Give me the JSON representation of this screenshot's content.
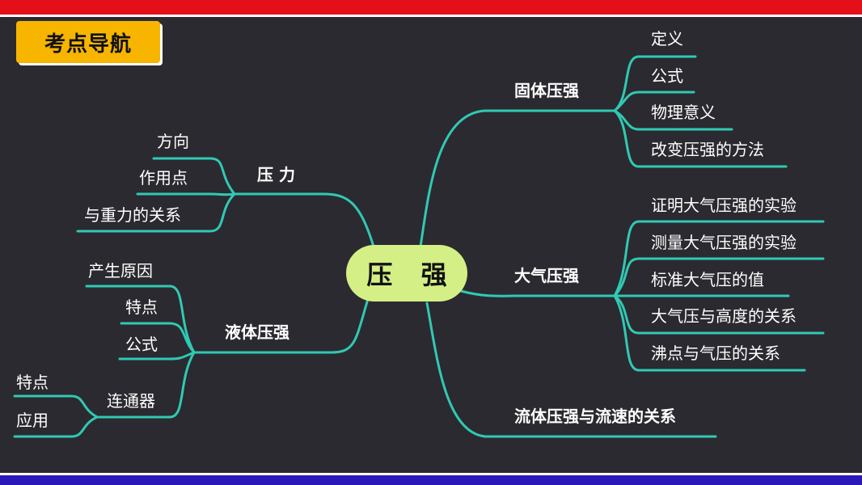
{
  "header": {
    "badge_label": "考点导航"
  },
  "center": {
    "label": "压 强"
  },
  "colors": {
    "line": "#30c9b3",
    "center_bg": "#d4ef85",
    "badge_bg": "#f7b500",
    "top_bar": "#e3101a",
    "bottom_bar": "#2a19b8"
  },
  "left": {
    "pressure": {
      "label": "压 力",
      "items": [
        "方向",
        "作用点",
        "与重力的关系"
      ]
    },
    "liquid": {
      "label": "液体压强",
      "items": [
        "产生原因",
        "特点",
        "公式",
        "连通器"
      ],
      "connector_items": [
        "特点",
        "应用"
      ]
    }
  },
  "right": {
    "solid": {
      "label": "固体压强",
      "items": [
        "定义",
        "公式",
        "物理意义",
        "改变压强的方法"
      ]
    },
    "atmosphere": {
      "label": "大气压强",
      "items": [
        "证明大气压强的实验",
        "测量大气压强的实验",
        "标准大气压的值",
        "大气压与高度的关系",
        "沸点与气压的关系"
      ]
    },
    "fluid": {
      "label": "流体压强与流速的关系"
    }
  }
}
